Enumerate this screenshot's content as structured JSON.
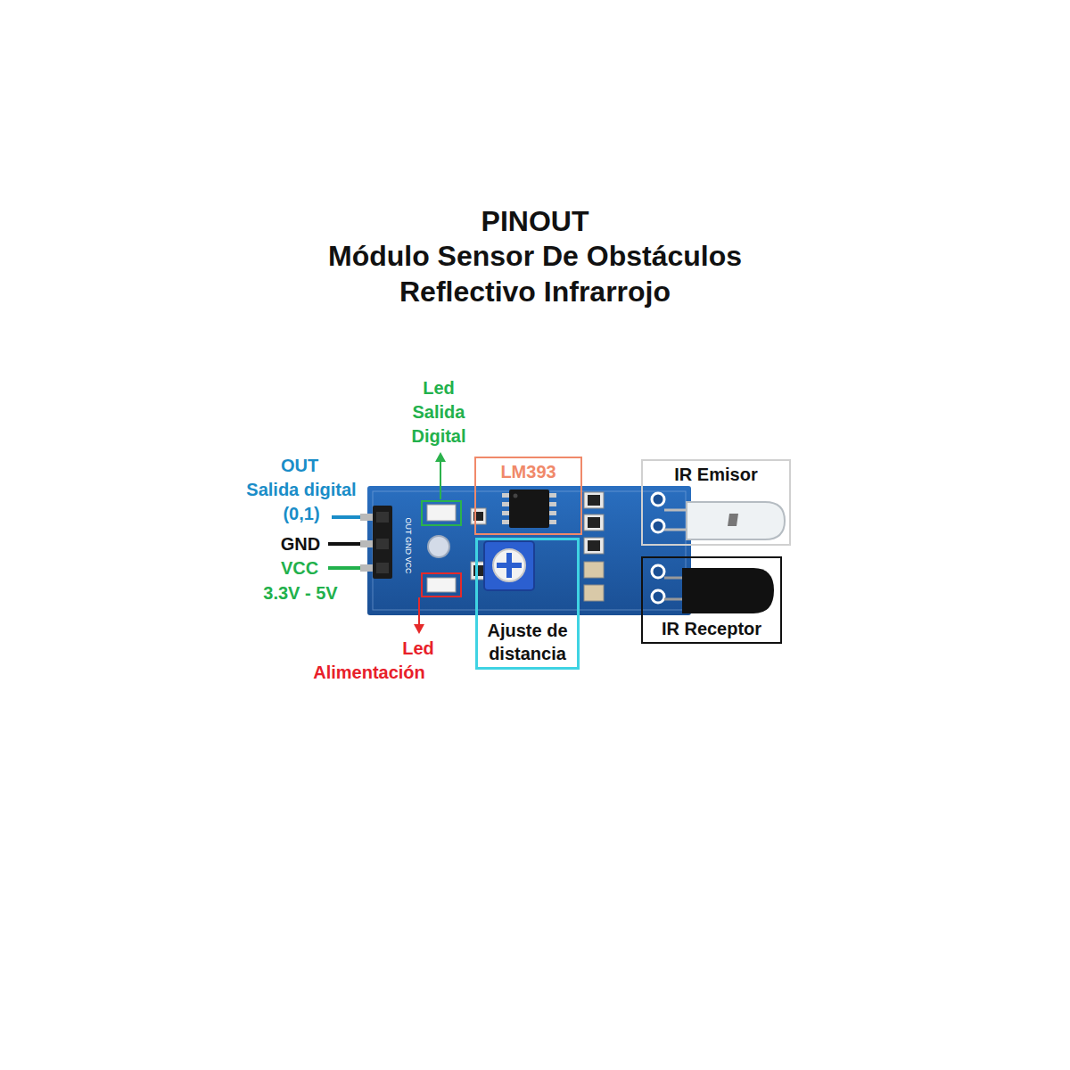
{
  "diagram": {
    "title": "PINOUT",
    "nodes": [
      {
        "text": [
          "LM393"
        ]
      },
      {
        "text": [
          "Ajuste de distancia"
        ]
      },
      {
        "text": [
          "IR Emisor"
        ]
      },
      {
        "text": [
          "IR Receptor"
        ]
      }
    ],
    "labels": [
      "Módulo Sensor De Obstáculos Reflectivo Infrarrojo",
      "Led Salida Digital",
      "OUT",
      "Salida digital (0,1)",
      "GND",
      "VCC",
      "3.3V - 5V",
      "Led",
      "Alimentación",
      "OUT GND VCC"
    ]
  }
}
